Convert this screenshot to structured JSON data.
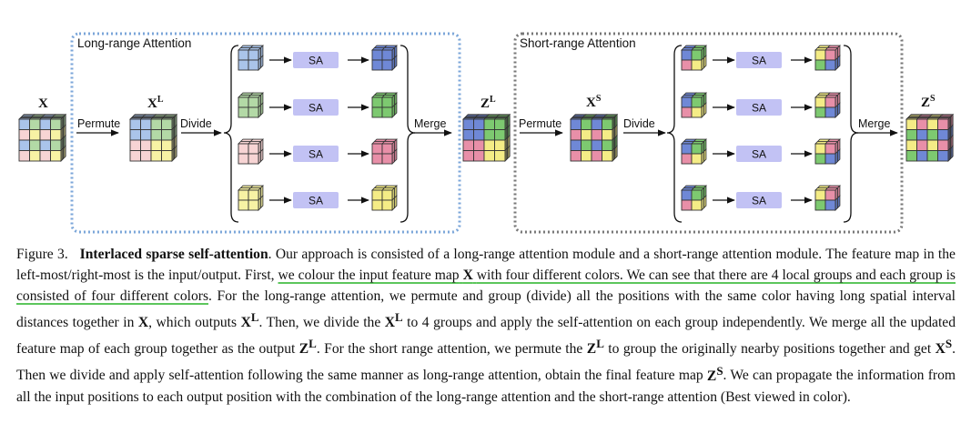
{
  "figure": {
    "long_box_title": "Long-range Attention",
    "short_box_title": "Short-range Attention",
    "labels": {
      "x": "X",
      "xl_base": "X",
      "xl_sup": "L",
      "zl_base": "Z",
      "zl_sup": "L",
      "xs_base": "X",
      "xs_sup": "S",
      "zs_base": "Z",
      "zs_sup": "S"
    },
    "arrows": {
      "permute": "Permute",
      "divide": "Divide",
      "merge": "Merge",
      "sa": "SA"
    },
    "colors": {
      "blue": "#aac4ea",
      "green": "#b3d9a6",
      "pink": "#f7d4d4",
      "yellow": "#f7f2a4",
      "blue_dark": "#6f88d6",
      "green_dark": "#7dc970",
      "pink_dark": "#e88fa8",
      "yellow_dark": "#f4ec86",
      "sa_fill": "#c2c2f4",
      "long_border": "#7ba6d9",
      "short_border": "#777777"
    }
  },
  "caption": {
    "figure_no": "Figure 3.",
    "title": "Interlaced sparse self-attention",
    "s1": ". Our approach is consisted of a long-range attention module and a short-range attention module. The feature map in the left-most/right-most is the input/output. First, ",
    "s2_highlight": "we colour the input feature map",
    "s2_X": "X",
    "s2_highlight_b": "with four different colors. We can see that there are 4 local groups and each group is consisted of four different colors",
    "s3": ". For the long-range attention, we permute and group (divide) all the positions with the same color having long spatial interval distances together in ",
    "s3_X": "X",
    "s4": ", which outputs ",
    "s4_X": "X",
    "s4_sup": "L",
    "s5": ". Then, we divide the ",
    "s5_X": "X",
    "s5_sup": "L",
    "s6": " to 4 groups and apply the self-attention on each group independently. We merge all the updated feature map of each group together as the output ",
    "s6_Z": "Z",
    "s6_sup": "L",
    "s7": ". For the short range attention, we permute the ",
    "s7_Z": "Z",
    "s7_sup": "L",
    "s8": " to group the originally nearby positions together and get ",
    "s8_X": "X",
    "s8_sup": "S",
    "s9": ". Then we divide and apply self-attention following the same manner as long-range attention, obtain the final feature map ",
    "s9_Z": "Z",
    "s9_sup": "S",
    "s10": ". We can propagate the information from all the input positions to each output position with the combination of the long-range attention and the short-range attention (Best viewed in color)."
  }
}
